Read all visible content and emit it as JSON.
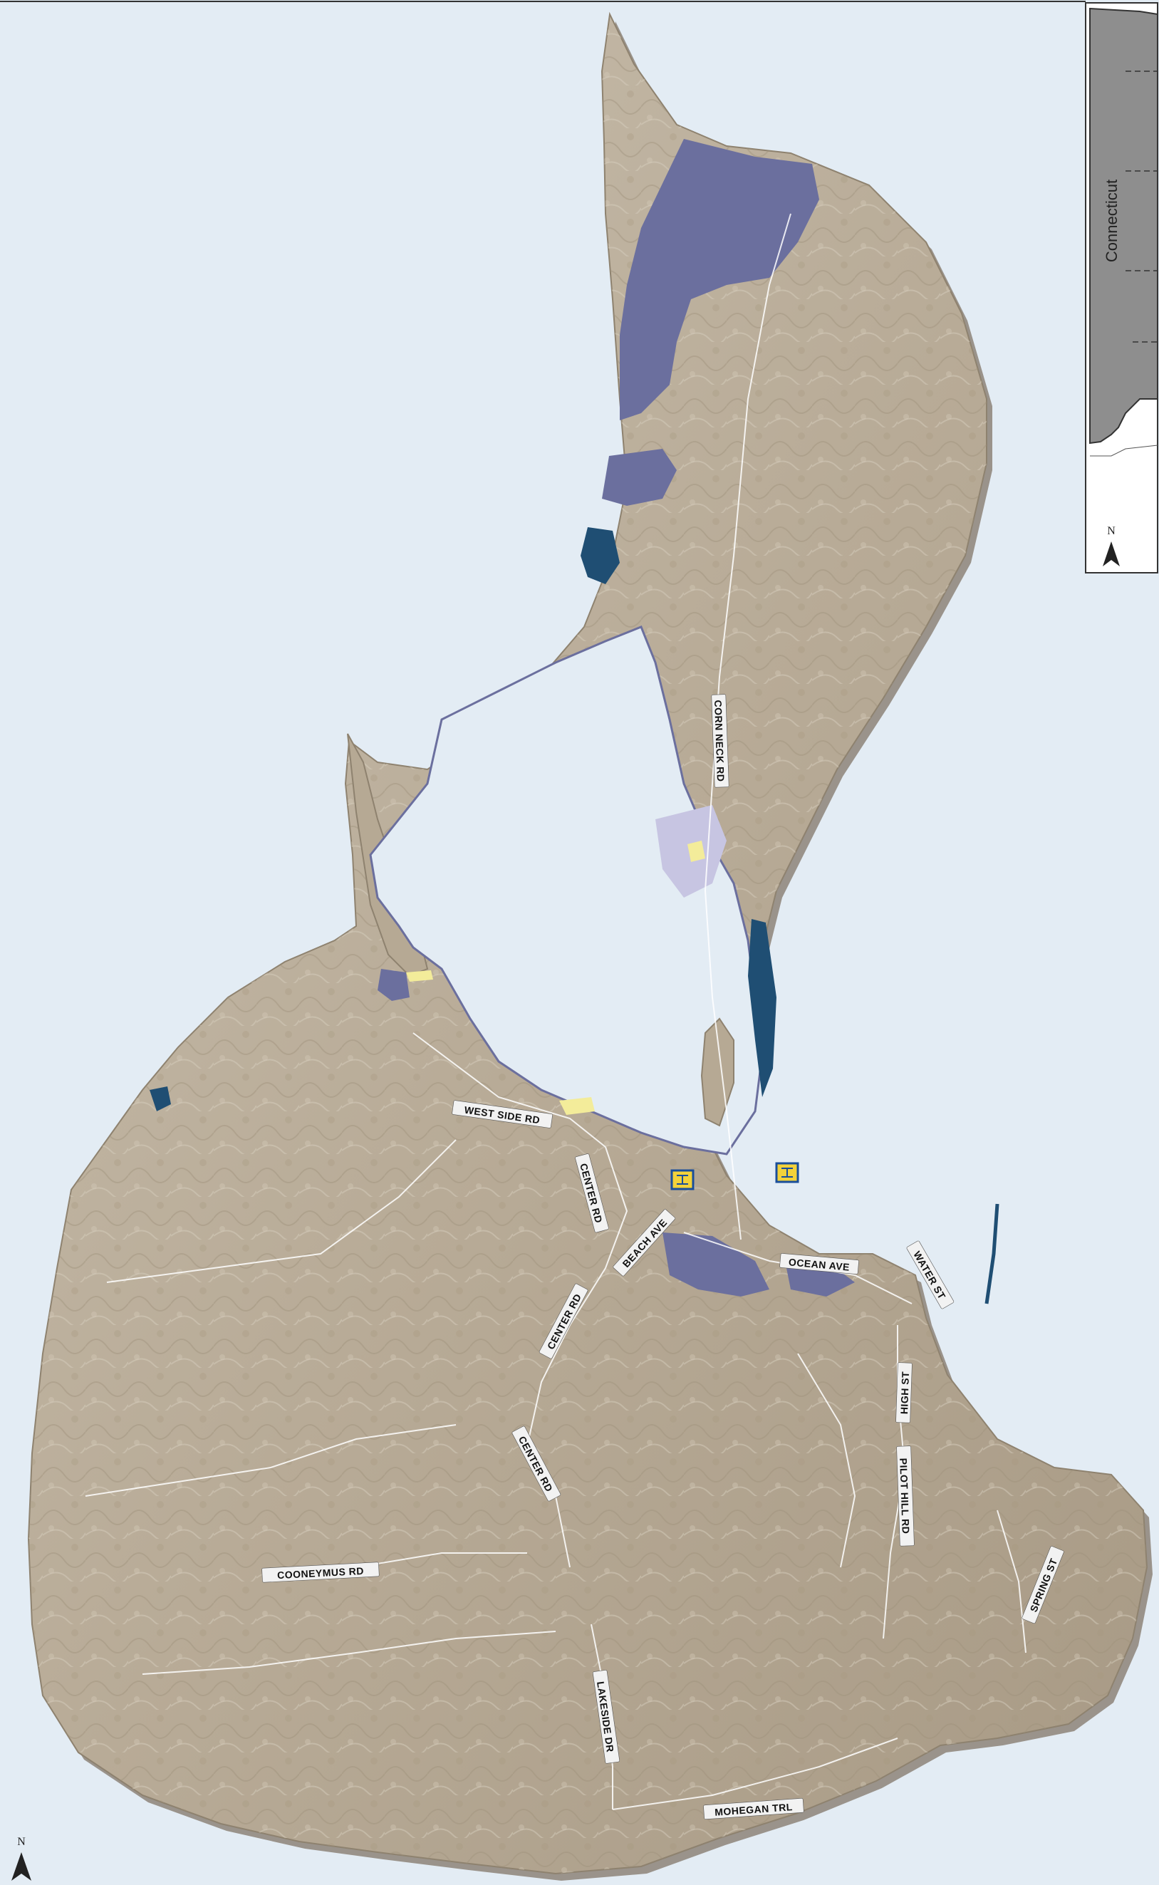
{
  "map": {
    "roads": [
      {
        "id": "corn-neck-rd",
        "label": "CORN NECK RD"
      },
      {
        "id": "west-side-rd",
        "label": "WEST SIDE RD"
      },
      {
        "id": "center-rd-1",
        "label": "CENTER RD"
      },
      {
        "id": "beach-ave",
        "label": "BEACH AVE"
      },
      {
        "id": "ocean-ave",
        "label": "OCEAN AVE"
      },
      {
        "id": "water-st",
        "label": "WATER ST"
      },
      {
        "id": "center-rd-2",
        "label": "CENTER RD"
      },
      {
        "id": "high-st",
        "label": "HIGH ST"
      },
      {
        "id": "center-rd-3",
        "label": "CENTER RD"
      },
      {
        "id": "pilot-hill-rd",
        "label": "PILOT HILL RD"
      },
      {
        "id": "cooneymus-rd",
        "label": "COONEYMUS RD"
      },
      {
        "id": "spring-st",
        "label": "SPRING ST"
      },
      {
        "id": "lakeside-dr",
        "label": "LAKESIDE DR"
      },
      {
        "id": "mohegan-trl",
        "label": "MOHEGAN TRL"
      }
    ],
    "inset": {
      "state_label": "Connecticut",
      "north_label": "N"
    },
    "north_arrow": {
      "label": "N"
    },
    "colors": {
      "water": "#e3ecf4",
      "land": "#b9ac98",
      "land_shadow": "#7d7060",
      "wetland_dark": "#6b6f9e",
      "wetland_deep": "#1f4e73",
      "wetland_light": "#c7c5e2",
      "beach": "#f3ec9a"
    }
  }
}
